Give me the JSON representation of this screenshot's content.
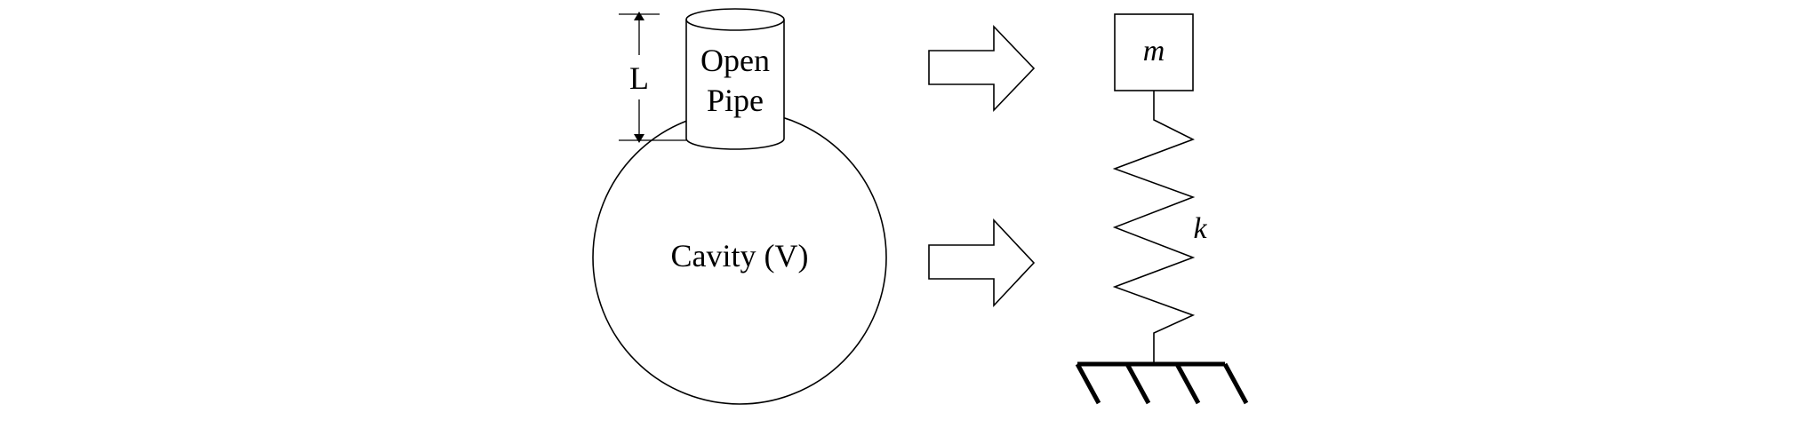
{
  "labels": {
    "length": "L",
    "pipe_line1": "Open",
    "pipe_line2": "Pipe",
    "cavity": "Cavity (V)",
    "mass": "m",
    "stiffness": "k"
  },
  "colors": {
    "line": "#000000",
    "background": "#ffffff"
  },
  "icons": {
    "arrow_top": "right-arrow-icon",
    "arrow_bottom": "right-arrow-icon",
    "ground": "ground-hatch-icon"
  }
}
